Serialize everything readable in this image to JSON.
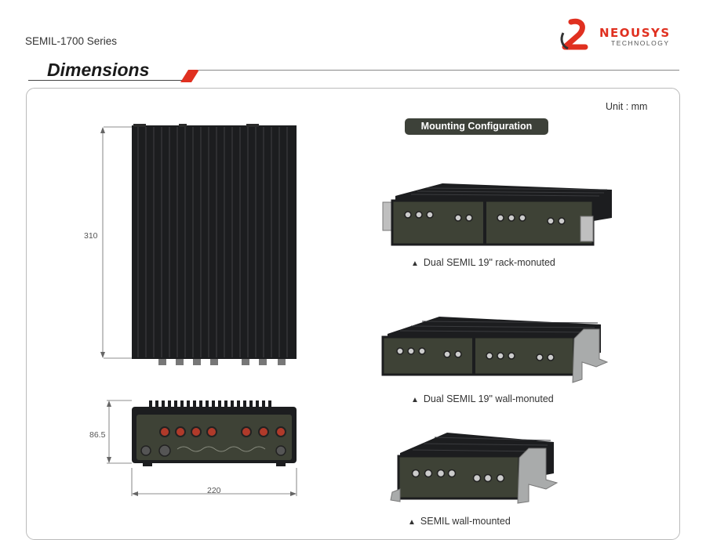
{
  "header": {
    "series": "SEMIL-1700 Series",
    "section_title": "Dimensions",
    "brand_name": "neousys",
    "brand_sub": "TECHNOLOGY"
  },
  "unit_label": "Unit : mm",
  "top_view": {
    "height_label": "310"
  },
  "front_view": {
    "height_label": "86.5",
    "width_label": "220"
  },
  "mounting": {
    "title": "Mounting Configuration",
    "captions": [
      "Dual SEMIL 19\" rack-monuted",
      "Dual SEMIL 19\" wall-monuted",
      "SEMIL wall-mounted"
    ],
    "bullet": "▲"
  },
  "colors": {
    "accent": "#e03020",
    "label_bg": "#3d4139",
    "device_dark": "#1c1d1f",
    "device_panel": "#3e4236"
  }
}
